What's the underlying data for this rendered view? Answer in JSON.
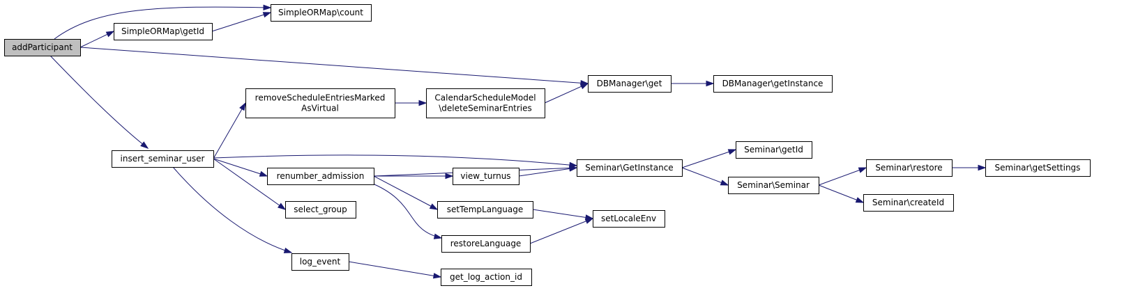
{
  "nodes": {
    "addParticipant": [
      "addParticipant"
    ],
    "orm_count": [
      "SimpleORMap\\count"
    ],
    "orm_getId": [
      "SimpleORMap\\getId"
    ],
    "db_get": [
      "DBManager\\get"
    ],
    "db_getInstance": [
      "DBManager\\getInstance"
    ],
    "removeSched": [
      "removeScheduleEntriesMarked",
      "AsVirtual"
    ],
    "calDelete": [
      "CalendarScheduleModel",
      "\\deleteSeminarEntries"
    ],
    "insert_seminar_user": [
      "insert_seminar_user"
    ],
    "renumber_admission": [
      "renumber_admission"
    ],
    "view_turnus": [
      "view_turnus"
    ],
    "sem_GetInstance": [
      "Seminar\\GetInstance"
    ],
    "sem_getId": [
      "Seminar\\getId"
    ],
    "sem_Seminar": [
      "Seminar\\Seminar"
    ],
    "sem_restore": [
      "Seminar\\restore"
    ],
    "sem_getSettings": [
      "Seminar\\getSettings"
    ],
    "sem_createId": [
      "Seminar\\createId"
    ],
    "select_group": [
      "select_group"
    ],
    "setTempLanguage": [
      "setTempLanguage"
    ],
    "setLocaleEnv": [
      "setLocaleEnv"
    ],
    "restoreLanguage": [
      "restoreLanguage"
    ],
    "log_event": [
      "log_event"
    ],
    "get_log_action_id": [
      "get_log_action_id"
    ]
  },
  "focus_node": "addParticipant",
  "edges": [
    [
      "addParticipant",
      "orm_count"
    ],
    [
      "addParticipant",
      "orm_getId"
    ],
    [
      "orm_getId",
      "orm_count"
    ],
    [
      "addParticipant",
      "db_get"
    ],
    [
      "addParticipant",
      "insert_seminar_user"
    ],
    [
      "db_get",
      "db_getInstance"
    ],
    [
      "removeSched",
      "calDelete"
    ],
    [
      "calDelete",
      "db_get"
    ],
    [
      "insert_seminar_user",
      "removeSched"
    ],
    [
      "insert_seminar_user",
      "sem_GetInstance"
    ],
    [
      "insert_seminar_user",
      "renumber_admission"
    ],
    [
      "insert_seminar_user",
      "select_group"
    ],
    [
      "insert_seminar_user",
      "log_event"
    ],
    [
      "renumber_admission",
      "view_turnus"
    ],
    [
      "renumber_admission",
      "sem_GetInstance"
    ],
    [
      "renumber_admission",
      "setTempLanguage"
    ],
    [
      "renumber_admission",
      "restoreLanguage"
    ],
    [
      "view_turnus",
      "sem_GetInstance"
    ],
    [
      "sem_GetInstance",
      "sem_getId"
    ],
    [
      "sem_GetInstance",
      "sem_Seminar"
    ],
    [
      "sem_Seminar",
      "sem_restore"
    ],
    [
      "sem_Seminar",
      "sem_createId"
    ],
    [
      "sem_restore",
      "sem_getSettings"
    ],
    [
      "setTempLanguage",
      "setLocaleEnv"
    ],
    [
      "restoreLanguage",
      "setLocaleEnv"
    ],
    [
      "log_event",
      "get_log_action_id"
    ]
  ],
  "colors": {
    "edge": "#191970",
    "node_border": "#000000",
    "node_fill": "#ffffff",
    "focus_fill": "#bfbfbf"
  }
}
